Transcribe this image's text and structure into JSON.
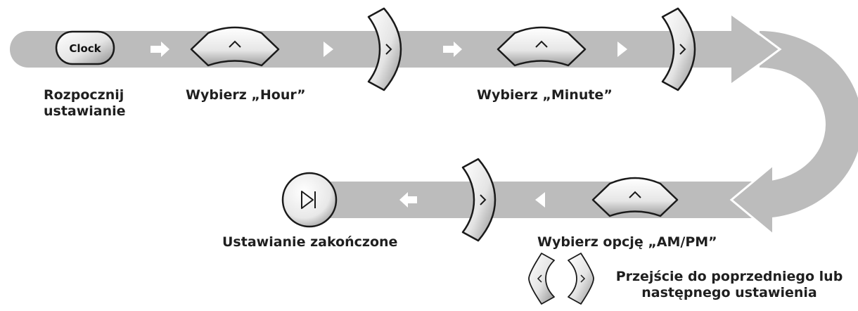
{
  "steps": {
    "start_clock": {
      "button_label": "Clock",
      "line1": "Rozpocznij",
      "line2": "ustawianie"
    },
    "hour": {
      "label": "Wybierz „Hour”"
    },
    "minute": {
      "label": "Wybierz „Minute”"
    },
    "ampm": {
      "label": "Wybierz opcję „AM/PM”"
    },
    "done": {
      "label": "Ustawianie zakończone"
    }
  },
  "legend": {
    "line1": "Przejście do poprzedniego lub",
    "line2": "następnego ustawienia"
  },
  "colors": {
    "band": "#bcbcbc",
    "button_fill_light": "#f2f2f2",
    "button_fill_dark": "#9a9a9a",
    "button_stroke": "#1a1a1a",
    "arrow_white": "#ffffff"
  },
  "icons": [
    "clock-button",
    "up-arrow-icon",
    "right-chevron-icon",
    "left-chevron-icon",
    "play-pause-icon"
  ]
}
